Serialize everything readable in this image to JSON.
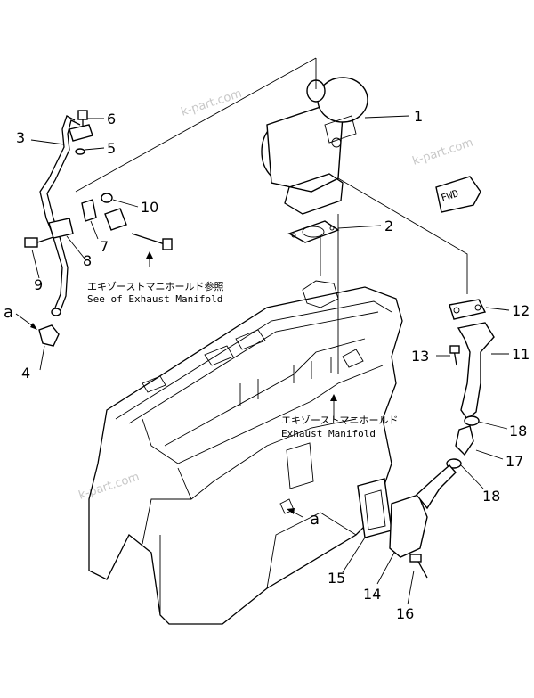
{
  "callouts": {
    "c1": "1",
    "c2": "2",
    "c3": "3",
    "c4": "4",
    "c5": "5",
    "c6": "6",
    "c7": "7",
    "c8": "8",
    "c9": "9",
    "c10": "10",
    "c11": "11",
    "c12": "12",
    "c13": "13",
    "c14": "14",
    "c15": "15",
    "c16": "16",
    "c17": "17",
    "c18a": "18",
    "c18b": "18",
    "ref_a_left": "a",
    "ref_a_right": "a"
  },
  "notes": {
    "see_exhaust_jp": "エキゾーストマニホールド参照",
    "see_exhaust_en": "See of Exhaust Manifold",
    "exhaust_jp": "エキゾーストマニホールド",
    "exhaust_en": "Exhaust Manifold",
    "fwd": "FWD"
  },
  "watermarks": [
    "k-part.com",
    "k-part.com",
    "k-part.com"
  ]
}
